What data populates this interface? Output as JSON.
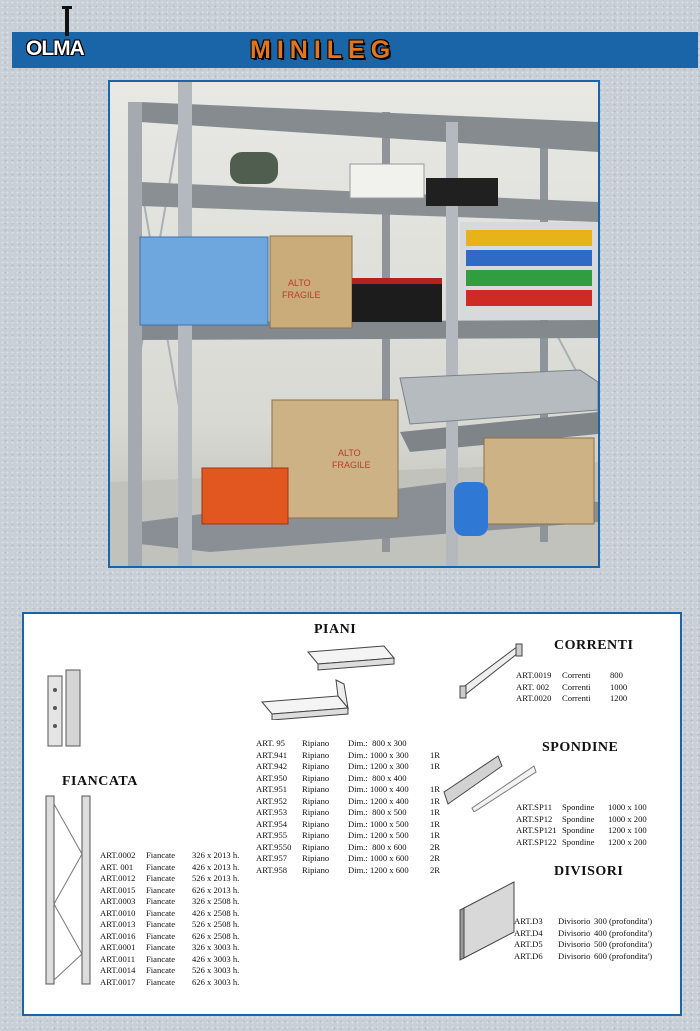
{
  "header": {
    "logo_text": "OLMA",
    "title": "MINILEG"
  },
  "photo": {
    "box_label_1": "ALTO",
    "box_label_2": "FRAGILE"
  },
  "piani": {
    "title": "PIANI",
    "rows": [
      {
        "art": "ART. 95",
        "desc": "Ripiano",
        "dim": "Dim.:  800 x 300",
        "suffix": ""
      },
      {
        "art": "ART.941",
        "desc": "Ripiano",
        "dim": "Dim.: 1000 x 300",
        "suffix": "1R"
      },
      {
        "art": "ART.942",
        "desc": "Ripiano",
        "dim": "Dim.: 1200 x 300",
        "suffix": "1R"
      },
      {
        "art": "ART.950",
        "desc": "Ripiano",
        "dim": "Dim.:  800 x 400",
        "suffix": ""
      },
      {
        "art": "ART.951",
        "desc": "Ripiano",
        "dim": "Dim.: 1000 x 400",
        "suffix": "1R"
      },
      {
        "art": "ART.952",
        "desc": "Ripiano",
        "dim": "Dim.: 1200 x 400",
        "suffix": "1R"
      },
      {
        "art": "ART.953",
        "desc": "Ripiano",
        "dim": "Dim.:  800 x 500",
        "suffix": "1R"
      },
      {
        "art": "ART.954",
        "desc": "Ripiano",
        "dim": "Dim.: 1000 x 500",
        "suffix": "1R"
      },
      {
        "art": "ART.955",
        "desc": "Ripiano",
        "dim": "Dim.: 1200 x 500",
        "suffix": "1R"
      },
      {
        "art": "ART.9550",
        "desc": "Ripiano",
        "dim": "Dim.:  800 x 600",
        "suffix": "2R"
      },
      {
        "art": "ART.957",
        "desc": "Ripiano",
        "dim": "Dim.: 1000 x 600",
        "suffix": "2R"
      },
      {
        "art": "ART.958",
        "desc": "Ripiano",
        "dim": "Dim.: 1200 x 600",
        "suffix": "2R"
      }
    ]
  },
  "fiancata": {
    "title": "FIANCATA",
    "rows": [
      {
        "art": "ART.0002",
        "desc": "Fiancate",
        "dim": "326 x 2013 h."
      },
      {
        "art": "ART. 001",
        "desc": "Fiancate",
        "dim": "426 x 2013 h."
      },
      {
        "art": "ART.0012",
        "desc": "Fiancate",
        "dim": "526 x 2013 h."
      },
      {
        "art": "ART.0015",
        "desc": "Fiancate",
        "dim": "626 x 2013 h."
      },
      {
        "art": "ART.0003",
        "desc": "Fiancate",
        "dim": "326 x 2508 h."
      },
      {
        "art": "ART.0010",
        "desc": "Fiancate",
        "dim": "426 x 2508 h."
      },
      {
        "art": "ART.0013",
        "desc": "Fiancate",
        "dim": "526 x 2508 h."
      },
      {
        "art": "ART.0016",
        "desc": "Fiancate",
        "dim": "626 x 2508 h."
      },
      {
        "art": "ART.0001",
        "desc": "Fiancate",
        "dim": "326 x 3003 h."
      },
      {
        "art": "ART.0011",
        "desc": "Fiancate",
        "dim": "426 x 3003 h."
      },
      {
        "art": "ART.0014",
        "desc": "Fiancate",
        "dim": "526 x 3003 h."
      },
      {
        "art": "ART.0017",
        "desc": "Fiancate",
        "dim": "626 x 3003 h."
      }
    ]
  },
  "correnti": {
    "title": "CORRENTI",
    "rows": [
      {
        "art": "ART.0019",
        "desc": "Correnti",
        "dim": "800"
      },
      {
        "art": "ART. 002",
        "desc": "Correnti",
        "dim": "1000"
      },
      {
        "art": "ART.0020",
        "desc": "Correnti",
        "dim": "1200"
      }
    ]
  },
  "spondine": {
    "title": "SPONDINE",
    "rows": [
      {
        "art": "ART.SP11",
        "desc": "Spondine",
        "dim": "1000 x 100"
      },
      {
        "art": "ART.SP12",
        "desc": "Spondine",
        "dim": "1000 x 200"
      },
      {
        "art": "ART.SP121",
        "desc": "Spondine",
        "dim": "1200 x 100"
      },
      {
        "art": "ART.SP122",
        "desc": "Spondine",
        "dim": "1200 x 200"
      }
    ]
  },
  "divisori": {
    "title": "DIVISORI",
    "rows": [
      {
        "art": "ART.D3",
        "desc": "Divisorio",
        "dim": "300 (profondita')"
      },
      {
        "art": "ART.D4",
        "desc": "Divisorio",
        "dim": "400 (profondita')"
      },
      {
        "art": "ART.D5",
        "desc": "Divisorio",
        "dim": "500 (profondita')"
      },
      {
        "art": "ART.D6",
        "desc": "Divisorio",
        "dim": "600 (profondita')"
      }
    ]
  },
  "colors": {
    "brand_blue": "#1a64a8",
    "title_orange": "#e3761c",
    "frame_grey": "#8f959b"
  }
}
